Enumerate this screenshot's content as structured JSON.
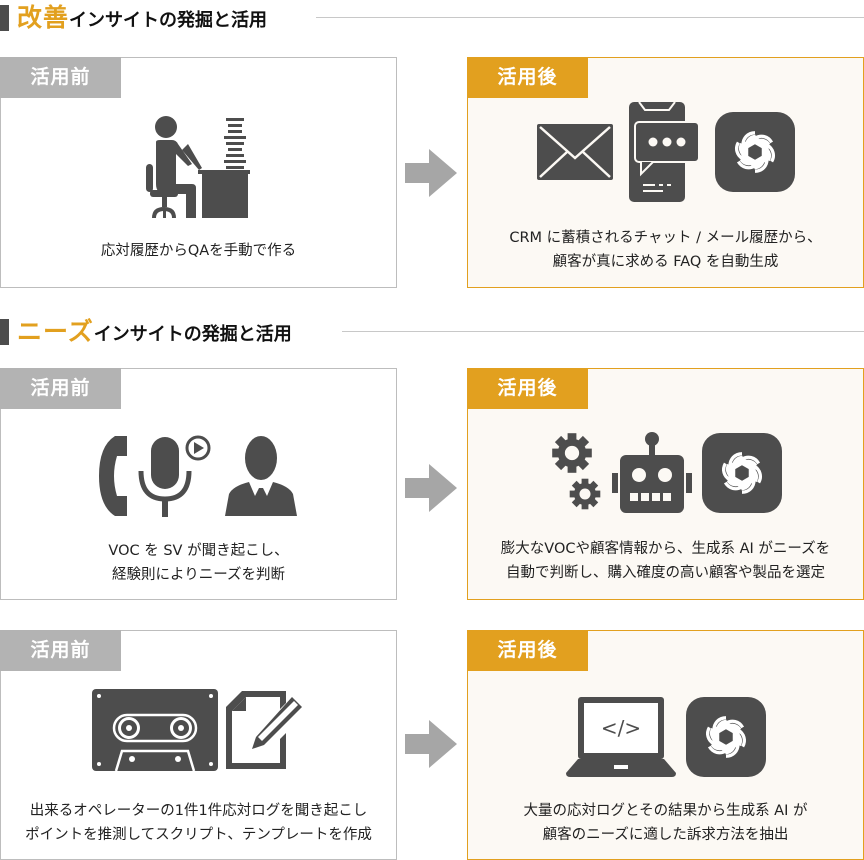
{
  "colors": {
    "accent": "#e2a01f",
    "icon_gray": "#4d4d4d",
    "before_tab": "#b3b3b3",
    "before_border": "#bdbdbd",
    "after_bg": "#fcf9f4",
    "arrow": "#a6a6a6",
    "rule_line": "#c8c8c8"
  },
  "sections": [
    {
      "accent_text": "改善",
      "title_rest": "インサイトの発掘と活用",
      "rows": [
        {
          "before": {
            "tab": "活用前",
            "icons": [
              "person-at-desk-icon"
            ],
            "caption_lines": [
              "応対履歴からQAを手動で作る"
            ]
          },
          "after": {
            "tab": "活用後",
            "icons": [
              "envelope-icon",
              "smartphone-chat-icon",
              "chatgpt-logo-icon"
            ],
            "caption_lines": [
              "CRM に蓄積されるチャット / メール履歴から、",
              "顧客が真に求める FAQ を自動生成"
            ]
          }
        }
      ]
    },
    {
      "accent_text": "ニーズ",
      "title_rest": "インサイトの発掘と活用",
      "rows": [
        {
          "before": {
            "tab": "活用前",
            "icons": [
              "phone-handset-icon",
              "microphone-play-icon",
              "businessman-icon"
            ],
            "caption_lines": [
              "VOC を SV が聞き起こし、",
              "経験則によりニーズを判断"
            ]
          },
          "after": {
            "tab": "活用後",
            "icons": [
              "gears-icon",
              "robot-icon",
              "chatgpt-logo-icon"
            ],
            "caption_lines": [
              "膨大なVOCや顧客情報から、生成系 AI がニーズを",
              "自動で判断し、購入確度の高い顧客や製品を選定"
            ]
          }
        },
        {
          "before": {
            "tab": "活用前",
            "icons": [
              "cassette-tape-icon",
              "document-edit-icon"
            ],
            "caption_lines": [
              "出来るオペレーターの1件1件応対ログを聞き起こし",
              "ポイントを推測してスクリプト、テンプレートを作成"
            ]
          },
          "after": {
            "tab": "活用後",
            "icons": [
              "laptop-code-icon",
              "chatgpt-logo-icon"
            ],
            "caption_lines": [
              "大量の応対ログとその結果から生成系 AI が",
              "顧客のニーズに適した訴求方法を抽出"
            ]
          }
        }
      ]
    }
  ]
}
